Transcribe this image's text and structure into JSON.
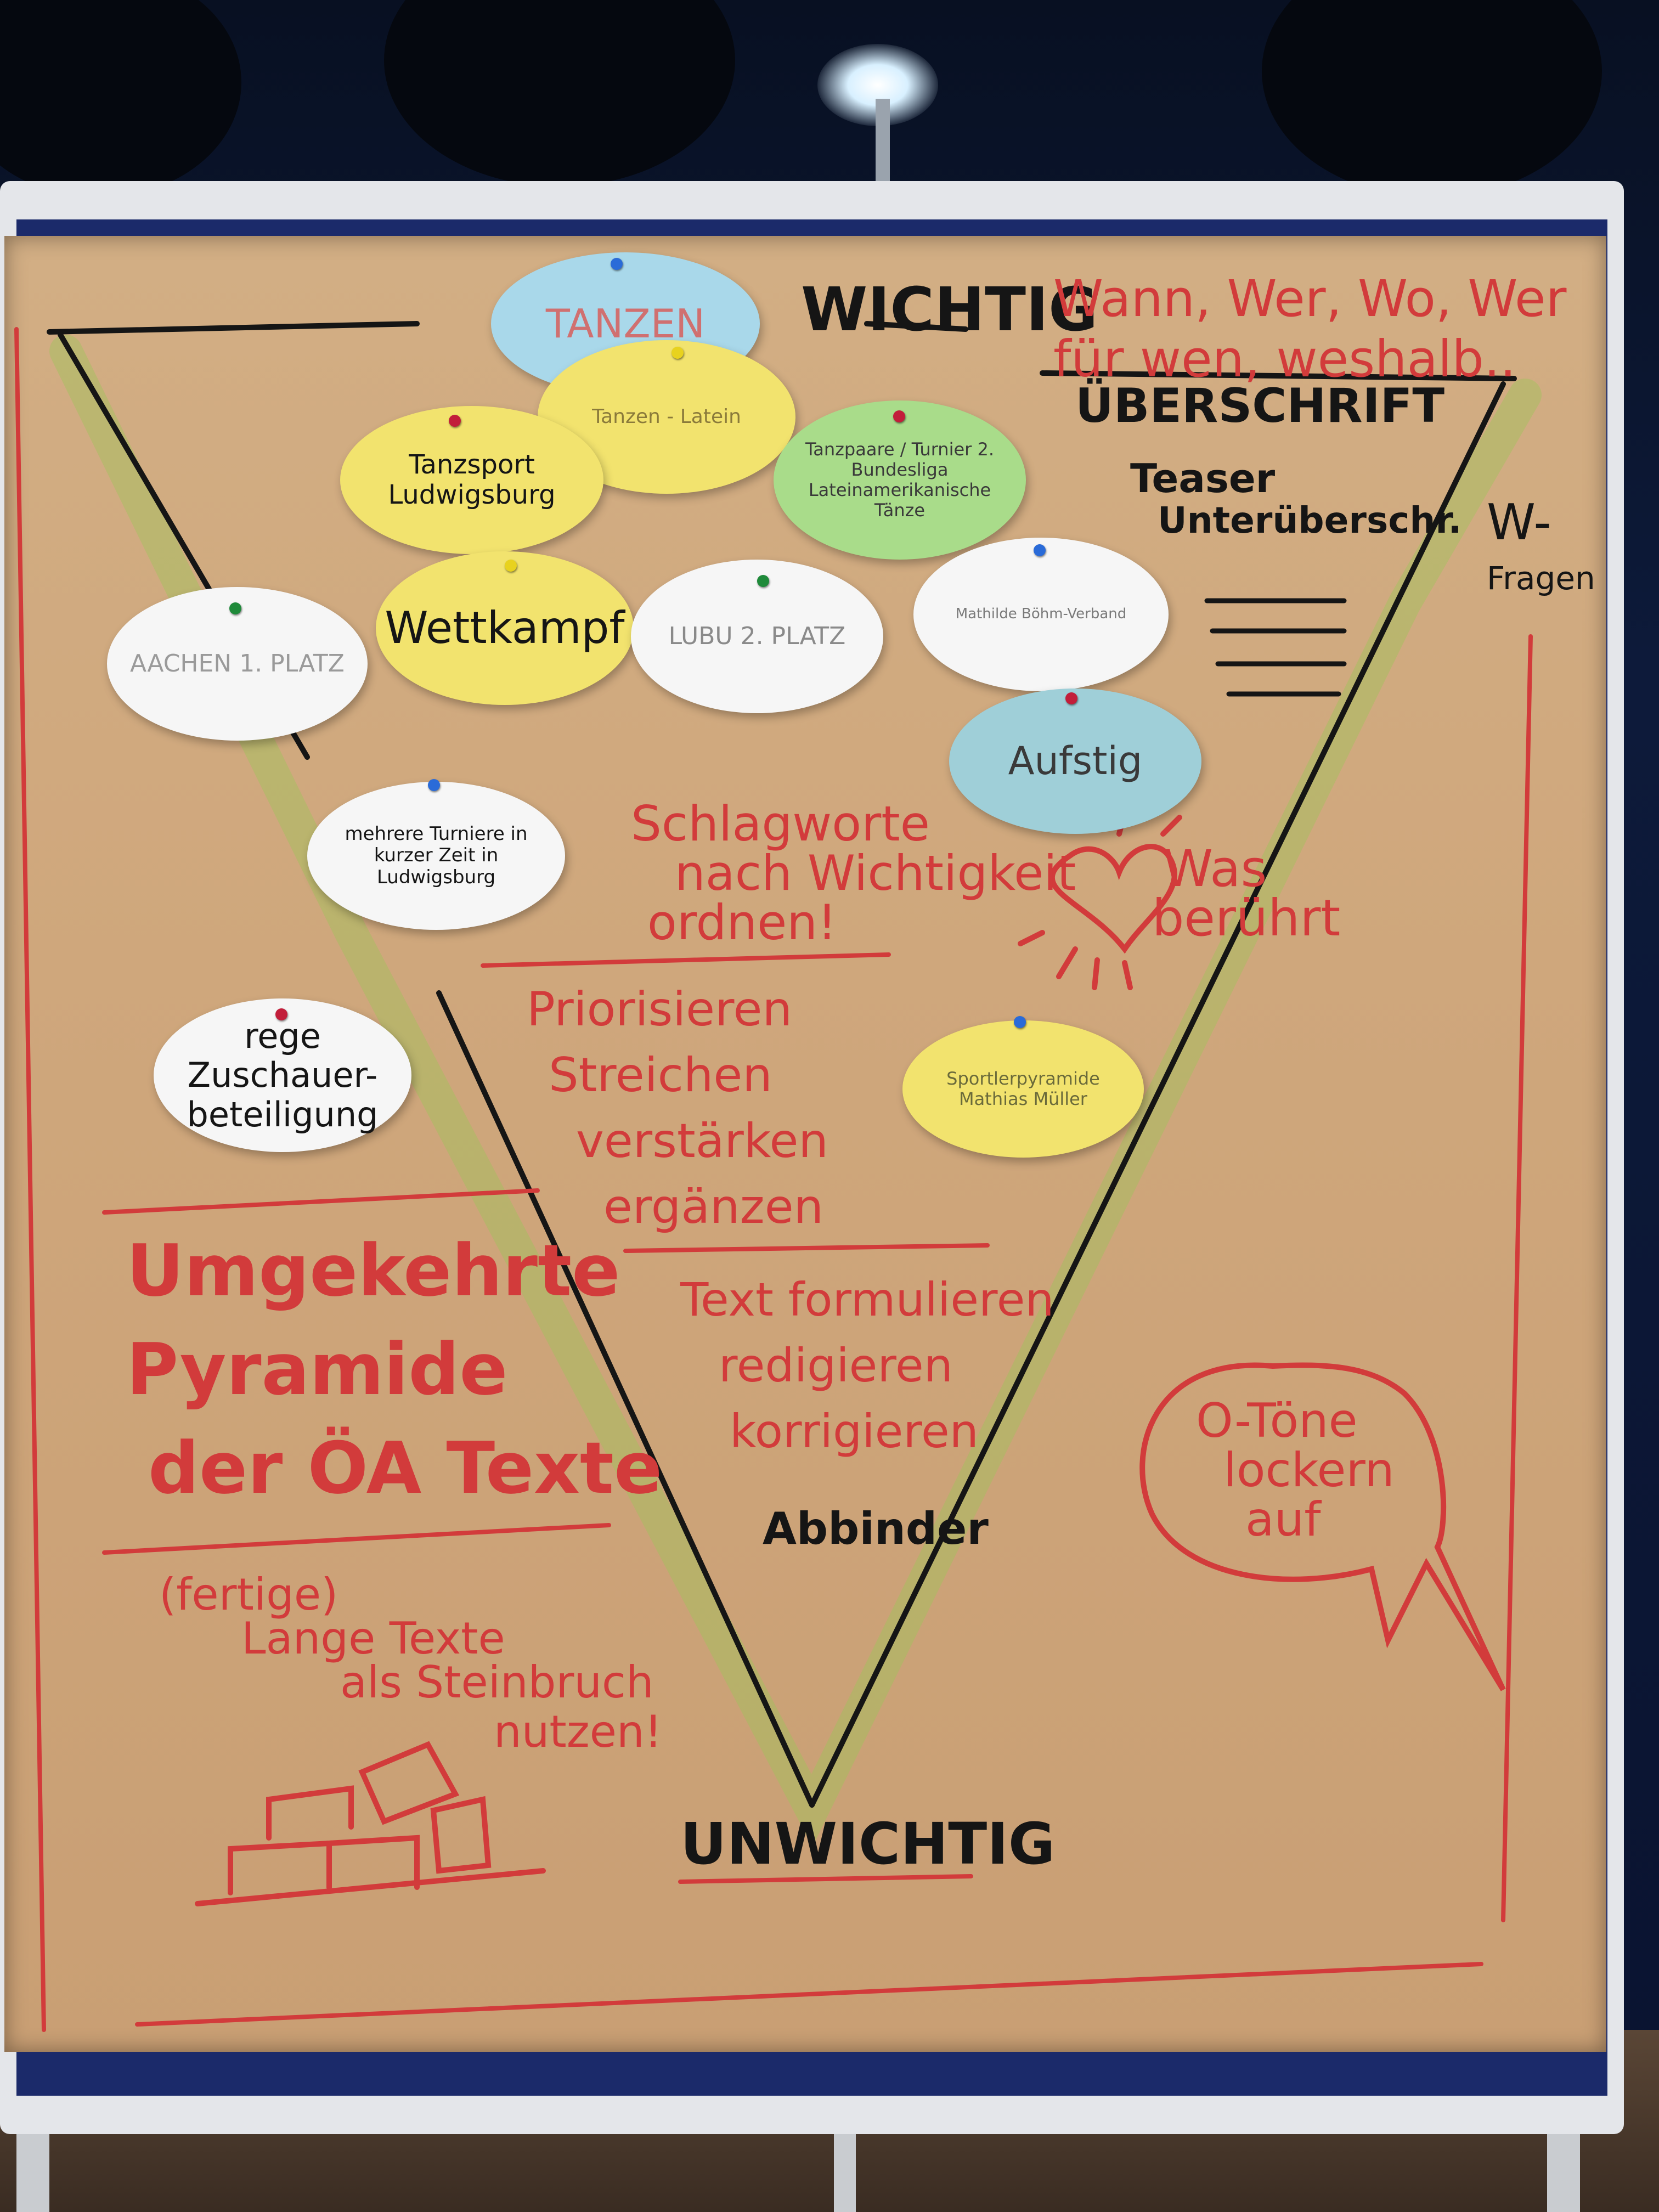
{
  "board": {
    "top_label": "WICHTIG",
    "bottom_label": "UNWICHTIG",
    "w_questions": "Wann, Wer, Wo, Wer für wen, weshalb..",
    "pyramid_levels": {
      "headline": "ÜBERSCHRIFT",
      "teaser_1": "Teaser",
      "teaser_2": "Unterüberschr.",
      "w_fragen_1": "W-",
      "w_fragen_2": "Fragen",
      "closing": "Abbinder"
    },
    "keywords_heading": [
      "Schlagworte",
      "nach Wichtigkeit",
      "ordnen!"
    ],
    "touch_note": [
      "Was",
      "berührt"
    ],
    "actions": [
      "Priorisieren",
      "Streichen",
      "verstärken",
      "ergänzen"
    ],
    "text_steps": [
      "Text formulieren",
      "redigieren",
      "korrigieren"
    ],
    "quote_bubble": [
      "O-Töne",
      "lockern",
      "auf"
    ],
    "title_lines": [
      "Umgekehrte",
      "Pyramide",
      "der ÖA Texte"
    ],
    "quarry_note": [
      "(fertige)",
      "Lange Texte",
      "als Steinbruch",
      "nutzen!"
    ]
  },
  "cards": [
    {
      "id": "tanzen",
      "text": "TANZEN",
      "color": "#a9d8ea"
    },
    {
      "id": "tanzen-latein",
      "text": "Tanzen - Latein",
      "color": "#f2e36e"
    },
    {
      "id": "tanzsport",
      "text": "Tanzsport Ludwigsburg",
      "color": "#f2e36e"
    },
    {
      "id": "turnier",
      "text": "Tanzpaare / Turnier 2. Bundesliga Lateinamerikanische Tänze",
      "color": "#a9dc8a"
    },
    {
      "id": "wettkampf",
      "text": "Wettkampf",
      "color": "#f2e36e"
    },
    {
      "id": "aachen",
      "text": "AACHEN 1. PLATZ",
      "color": "#f6f6f6"
    },
    {
      "id": "lubu",
      "text": "LUBU 2. PLATZ",
      "color": "#f6f6f6"
    },
    {
      "id": "boehm",
      "text": "Mathilde Böhm-Verband",
      "color": "#f6f6f6"
    },
    {
      "id": "aufstieg",
      "text": "Aufstig",
      "color": "#9fcfd8"
    },
    {
      "id": "mehrere",
      "text": "mehrere Turniere in kurzer Zeit in Ludwigsburg",
      "color": "#f6f6f6"
    },
    {
      "id": "rege",
      "text": "rege Zuschauer- beteiligung",
      "color": "#f6f6f6"
    },
    {
      "id": "sportler",
      "text": "Sportlerpyramide Mathias Müller",
      "color": "#f2e36e"
    }
  ],
  "colors": {
    "marker_red": "#d23b3b",
    "marker_black": "#151515",
    "highlight_green": "#9fc45a"
  }
}
